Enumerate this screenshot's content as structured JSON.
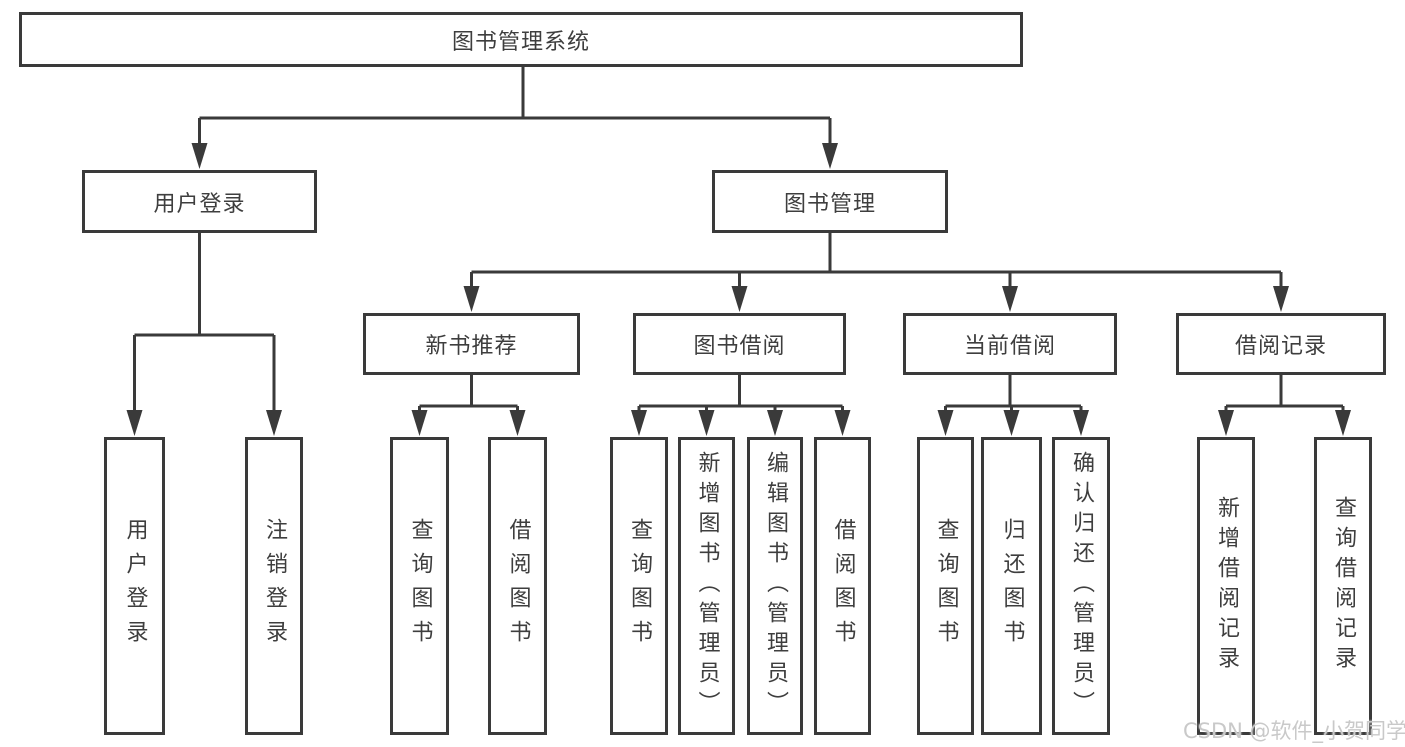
{
  "diagram_type": "hierarchy-tree",
  "tree": {
    "label": "图书管理系统",
    "children": [
      {
        "label": "用户登录",
        "children": [
          {
            "label": "用户登录"
          },
          {
            "label": "注销登录"
          }
        ]
      },
      {
        "label": "图书管理",
        "children": [
          {
            "label": "新书推荐",
            "children": [
              {
                "label": "查询图书"
              },
              {
                "label": "借阅图书"
              }
            ]
          },
          {
            "label": "图书借阅",
            "children": [
              {
                "label": "查询图书"
              },
              {
                "label": "新增图书（管理员）"
              },
              {
                "label": "编辑图书（管理员）"
              },
              {
                "label": "借阅图书"
              }
            ]
          },
          {
            "label": "当前借阅",
            "children": [
              {
                "label": "查询图书"
              },
              {
                "label": "归还图书"
              },
              {
                "label": "确认归还（管理员）"
              }
            ]
          },
          {
            "label": "借阅记录",
            "children": [
              {
                "label": "新增借阅记录"
              },
              {
                "label": "查询借阅记录"
              }
            ]
          }
        ]
      }
    ]
  },
  "watermark": "CSDN @软件_小贺同学",
  "colors": {
    "line": "#3a3a3a",
    "text": "#3e3e3e",
    "box_background": "#ffffff",
    "page_background": "#ffffff",
    "watermark": "#c9c9c9"
  }
}
